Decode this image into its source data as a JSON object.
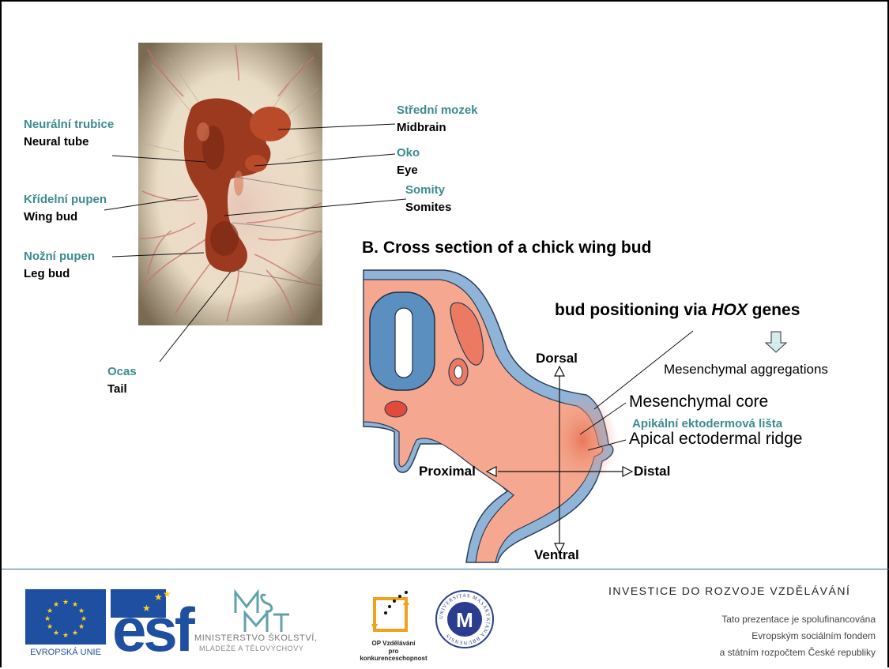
{
  "labels": {
    "neural_tube_cz": "Neurální trubice",
    "neural_tube_en": "Neural tube",
    "wing_bud_cz": "Křídelní pupen",
    "wing_bud_en": "Wing bud",
    "leg_bud_cz": "Nožní pupen",
    "leg_bud_en": "Leg bud",
    "tail_cz": "Ocas",
    "tail_en": "Tail",
    "midbrain_cz": "Střední mozek",
    "midbrain_en": "Midbrain",
    "eye_cz": "Oko",
    "eye_en": "Eye",
    "somites_cz": "Somity",
    "somites_en": "Somites"
  },
  "cross_section": {
    "title": "B. Cross section of a chick wing bud",
    "hox_prefix": "bud positioning via ",
    "hox_italic": "HOX",
    "hox_suffix": " genes",
    "mesenchymal_aggregations": "Mesenchymal aggregations",
    "mesenchymal_core": "Mesenchymal core",
    "aer_cz": "Apikální ektodermová lišta",
    "aer_en": "Apical ectodermal ridge",
    "dorsal": "Dorsal",
    "ventral": "Ventral",
    "proximal": "Proximal",
    "distal": "Distal"
  },
  "footer": {
    "eu_label": "EVROPSKÁ UNIE",
    "esf_label": "esf",
    "msmt_line1": "MINISTERSTVO ŠKOLSTVÍ,",
    "msmt_line2": "MLÁDEŽE A TĚLOVÝCHOVY",
    "op_line1": "OP Vzdělávání",
    "op_line2": "pro konkurenceschopnost",
    "uni_text": "UNIVERSITAS MASARYKIANA BRUNENSIS",
    "uni_mark": "M",
    "investice": "INVESTICE DO ROZVOJE VZDĚLÁVÁNÍ",
    "fund1": "Tato prezentace je spolufinancována",
    "fund2": "Evropským sociálním fondem",
    "fund3": "a státním rozpočtem České republiky"
  },
  "colors": {
    "teal_label": "#3b8b8e",
    "tissue": "#f5a88f",
    "ectoderm_blue": "#8fb4d8",
    "notochord_blue": "#5a8fc0",
    "eu_blue": "#1f4fa0",
    "eu_star": "#ffd21f",
    "footer_line": "#2f6f9f"
  }
}
